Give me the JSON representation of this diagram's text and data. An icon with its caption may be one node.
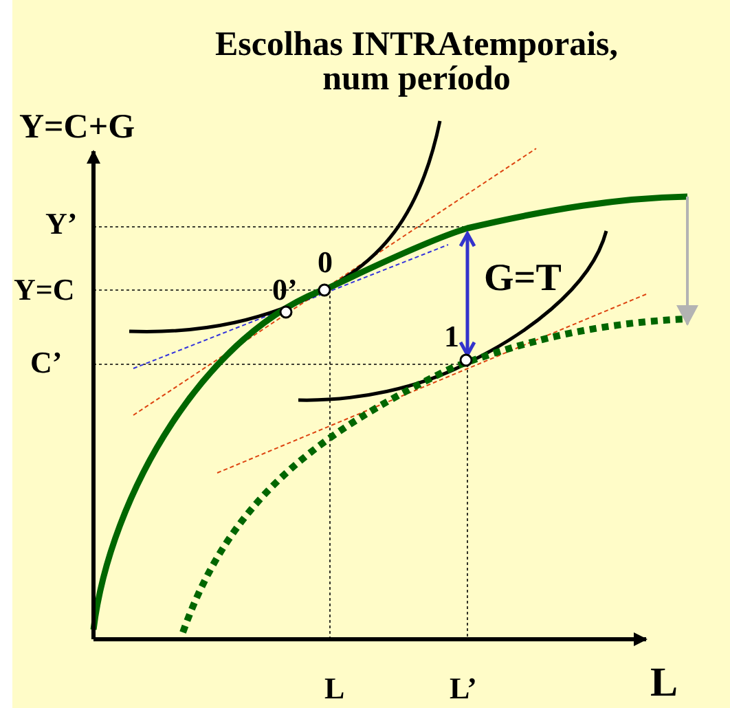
{
  "diagram": {
    "title": "Escolhas INTRAtemporais, num período",
    "labels": [
      "Y=C+G",
      "Y’",
      "0",
      "Y=C",
      "0’",
      "G=T",
      "1",
      "C’",
      "L",
      "L’",
      "L"
    ]
  }
}
